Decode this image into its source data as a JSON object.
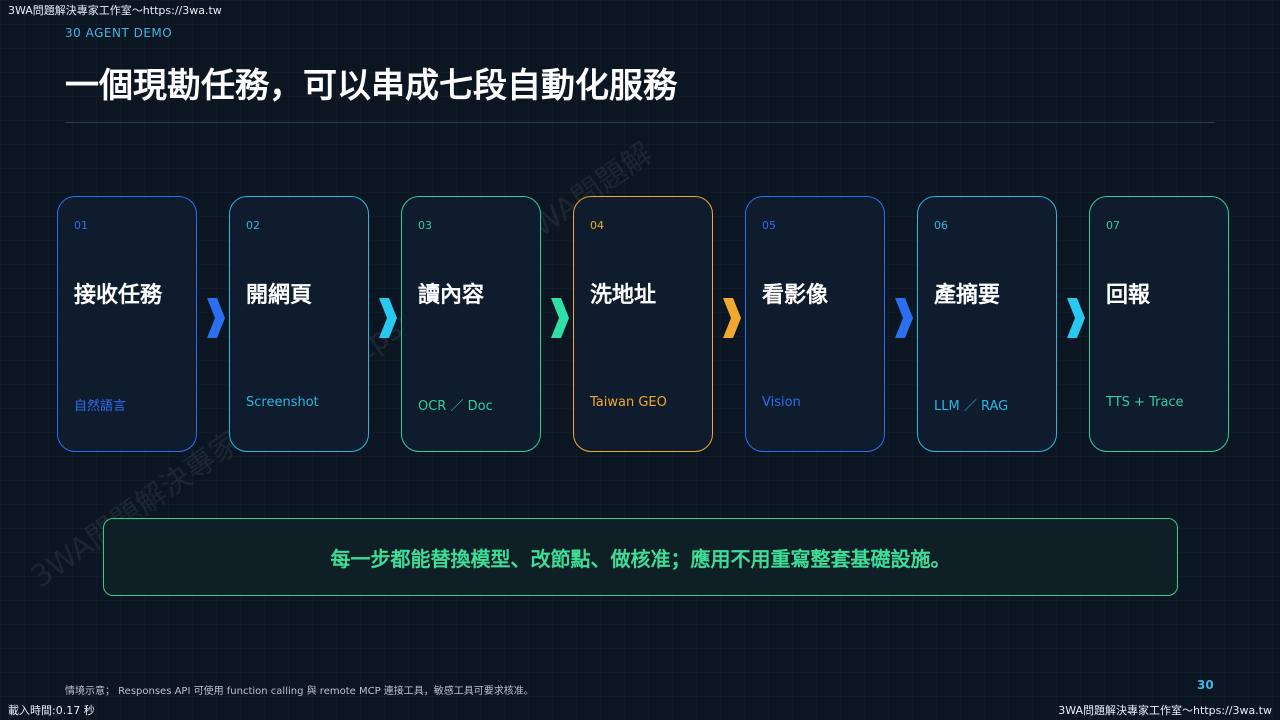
{
  "watermark": {
    "top": "3WA問題解決專家工作室～https://3wa.tw",
    "bottom": "3WA問題解決專家工作室～https://3wa.tw",
    "diagonal": "3WA問題解決專家工作室～https://3wa.tw 3WA問題解"
  },
  "load_time": "載入時間:0.17 秒",
  "header": {
    "eyebrow": "30  AGENT DEMO",
    "title": "一個現勘任務，可以串成七段自動化服務"
  },
  "steps": [
    {
      "num": "01",
      "name": "接收任務",
      "sub": "自然語言",
      "color": "#2b6ff0"
    },
    {
      "num": "02",
      "name": "開網頁",
      "sub": "Screenshot",
      "color": "#29b6e0"
    },
    {
      "num": "03",
      "name": "讀內容",
      "sub": "OCR ／ Doc",
      "color": "#2fcf9a"
    },
    {
      "num": "04",
      "name": "洗地址",
      "sub": "Taiwan GEO",
      "color": "#f0a830"
    },
    {
      "num": "05",
      "name": "看影像",
      "sub": "Vision",
      "color": "#2b6ff0"
    },
    {
      "num": "06",
      "name": "產摘要",
      "sub": "LLM ／ RAG",
      "color": "#29b6e0"
    },
    {
      "num": "07",
      "name": "回報",
      "sub": "TTS + Trace",
      "color": "#2fcf9a"
    }
  ],
  "arrows": [
    "#2b6ff0",
    "#29c8f0",
    "#2fdfa8",
    "#f0a830",
    "#2b6ff0",
    "#29c8f0"
  ],
  "note": "每一步都能替換模型、改節點、做核准；應用不用重寫整套基礎設施。",
  "footnote": "情境示意； Responses API  可使用  function calling  與  remote MCP  連接工具，敏感工具可要求核准。",
  "page_number": "30"
}
